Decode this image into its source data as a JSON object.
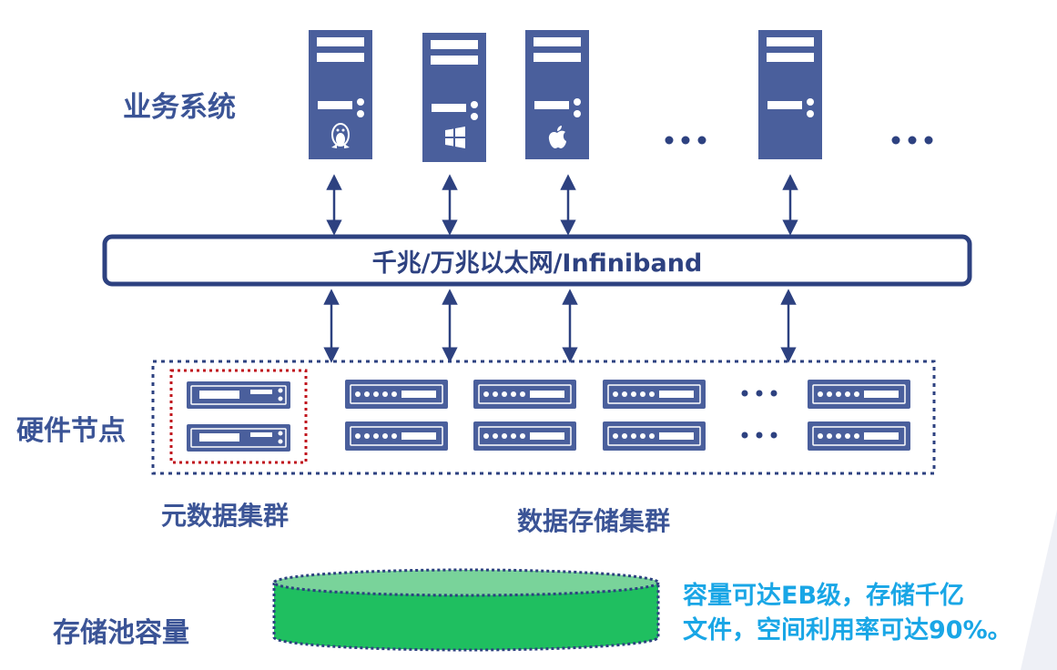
{
  "labels": {
    "business_systems": "业务系统",
    "hardware_nodes": "硬件节点",
    "metadata_cluster": "元数据集群",
    "data_storage_cluster": "数据存储集群",
    "storage_pool_capacity": "存储池容量"
  },
  "network": {
    "label": "千兆/万兆以太网/Infiniband"
  },
  "servers": [
    {
      "os": "linux",
      "icon": "linux-penguin-icon"
    },
    {
      "os": "windows",
      "icon": "windows-logo-icon"
    },
    {
      "os": "mac",
      "icon": "apple-logo-icon"
    },
    {
      "os": "generic",
      "icon": ""
    }
  ],
  "ellipsis": "…",
  "capacity_note": {
    "line1": "容量可达EB级，存储千亿",
    "line2": "文件，空间利用率可达90%。"
  },
  "colors": {
    "primary": "#3b5496",
    "server_fill": "#4a5f9c",
    "network_border": "#2d4180",
    "metadata_border": "#c0141d",
    "cylinder_fill": "#1fbf60",
    "cylinder_top": "#79d39a",
    "note_text": "#19a6e6"
  }
}
